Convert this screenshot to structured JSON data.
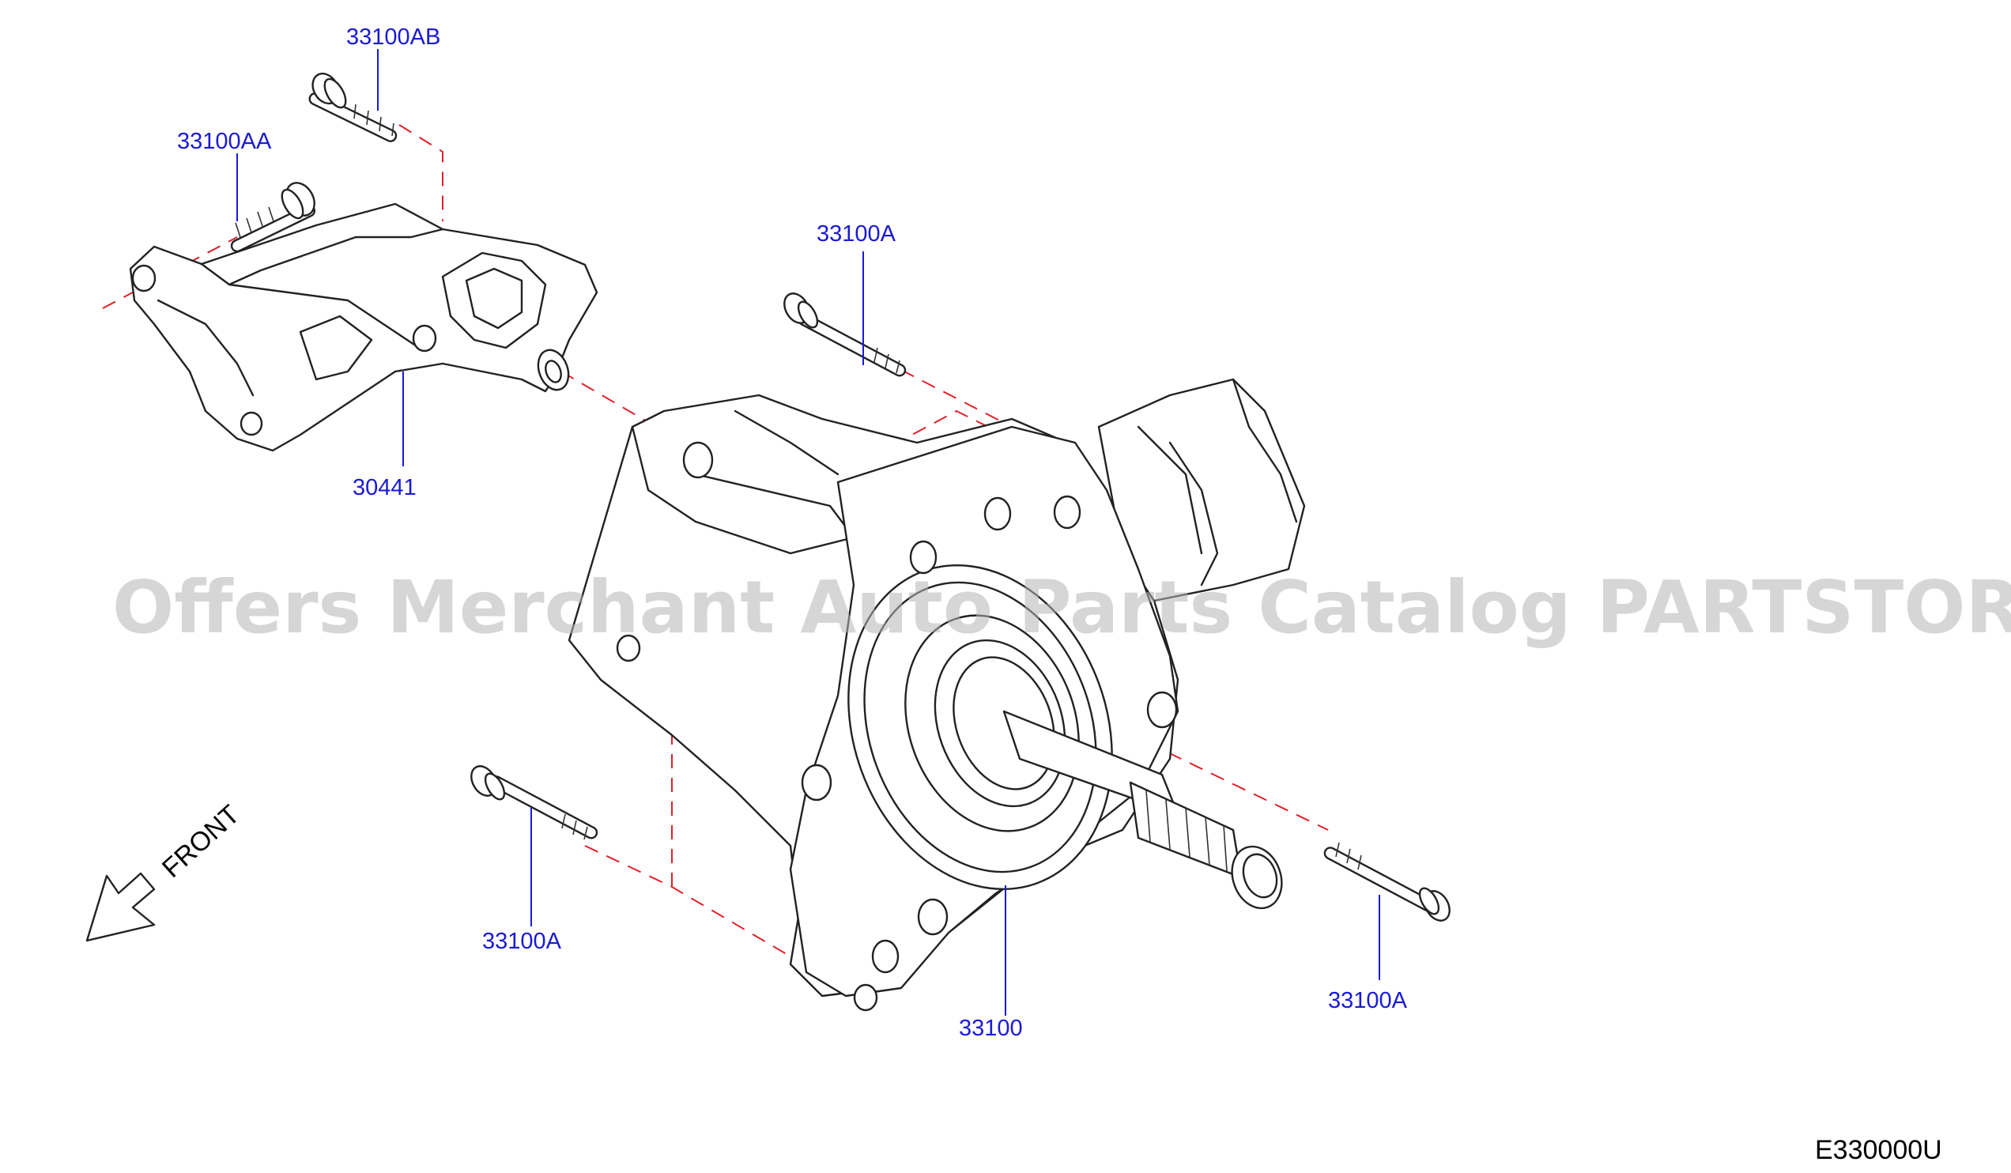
{
  "diagram": {
    "callouts": [
      {
        "id": "bolt-top-ab",
        "label": "33100AB"
      },
      {
        "id": "bolt-top-aa",
        "label": "33100AA"
      },
      {
        "id": "bracket",
        "label": "30441"
      },
      {
        "id": "bolt-upper-a",
        "label": "33100A"
      },
      {
        "id": "bolt-lower-left-a",
        "label": "33100A"
      },
      {
        "id": "transfer-assembly",
        "label": "33100"
      },
      {
        "id": "bolt-lower-right-a",
        "label": "33100A"
      }
    ],
    "front_label": "FRONT",
    "diagram_code": "E330000U",
    "watermark": "Offers Merchant Auto Parts Catalog PARTSTORE.SA",
    "colors": {
      "callout": "#1a1ad6",
      "dashed_line": "#e0202a",
      "outline": "#222222",
      "watermark": "#b4b4b4"
    }
  }
}
